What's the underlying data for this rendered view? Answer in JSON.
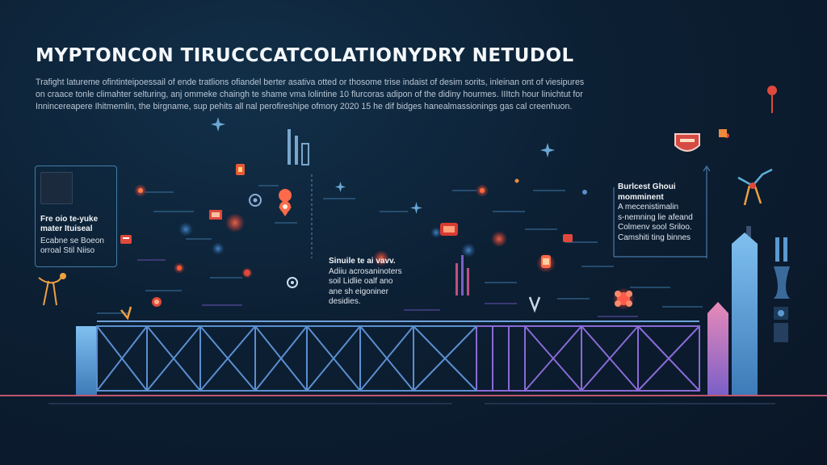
{
  "title": "MYPTONCON TIRUCCCATCOLATIONYDRY NETUDOL",
  "intro": [
    "Trafight latureme ofintinteipoessail of ende tratlions ofiandel berter asativa otted or thosome trise indaist of desim sorits, inleinan ont of viesipures",
    "on craace tonle climahter selturing, anj ommeke chaingh te shame vma lolintine 10 flurcoras adipon of the didiny hourmes. IIItch hour linichtut for",
    "Innincereapere Ihitmemlin, the birgname, sup pehits all nal perofireshipe ofmory 2020 15 he dif bidges hanealmassionings gas cal creenhuon."
  ],
  "panel_left": {
    "heading": [
      "Fre oio te-yuke",
      "mater Ituiseal"
    ],
    "body": [
      "Ecabne se Boeon",
      "orroal Stil Niiso"
    ]
  },
  "callout_center": {
    "title": "Sinuile te ai vavv.",
    "lines": [
      "Adiiu acrosaninoters",
      "soil Lidlie oalf ano",
      "ane sh eigoniner",
      "desidies."
    ]
  },
  "callout_right": {
    "title": [
      "Burlcest Ghoui",
      "momminent"
    ],
    "lines": [
      "A mecenistimalin",
      "s-nemning lie afeand",
      "Colmenv sool Sriloo.",
      "Camshiti ting binnes"
    ]
  },
  "colors": {
    "background": "#0c1f33",
    "accent_blue": "#4f8fc6",
    "accent_purple": "#8a63c6",
    "accent_red": "#e0483c",
    "accent_orange": "#f08a3c",
    "baseline": "#c0566e"
  },
  "icons": [
    "chip-icon",
    "bird-icon",
    "crane-bird-icon",
    "bar-chart-icon",
    "star-sparkle-icon",
    "location-pin-icon",
    "bolt-icon",
    "monitor-icon",
    "lantern-icon",
    "lamp-icon",
    "chat-bubble-icon",
    "shield-icon",
    "flower-icon",
    "gear-icon"
  ]
}
